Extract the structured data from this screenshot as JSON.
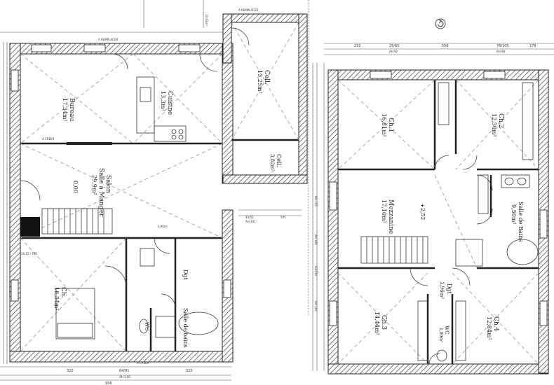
{
  "colors": {
    "wall": "#2a2a2a",
    "line": "#444444",
    "dash": "#777777"
  },
  "rotate_icon": "rotate-icon",
  "top_dim": "10,63m²",
  "ground": {
    "rooms": [
      {
        "id": "bureau",
        "name": "Bureau",
        "area": "17,34m²"
      },
      {
        "id": "cuisine",
        "name": "Cuisine",
        "area": "13,3m²"
      },
      {
        "id": "cellier",
        "name": "Cell.",
        "area": "13,25m²"
      },
      {
        "id": "cellier2",
        "name": "Cell.",
        "area": "3,82m²"
      },
      {
        "id": "salon",
        "name": "Salon",
        "sub": "Salle à Manger",
        "area": "29,9m²"
      },
      {
        "id": "chambre",
        "name": "Ch.",
        "area": "18,34m²"
      },
      {
        "id": "degagement",
        "name": "Dgt",
        "area": ""
      },
      {
        "id": "sdb",
        "name": "Salle de bains",
        "area": ""
      },
      {
        "id": "wc",
        "name": "WC",
        "area": ""
      }
    ],
    "level": "0,00",
    "notes": [
      "A REMPLACER",
      "A CREER",
      "20,15 / 195",
      "2,90m²"
    ],
    "dims_bottom": [
      "320",
      "64/91",
      "320",
      "AH 3,00"
    ],
    "dims_total": "996",
    "side_dims": [
      "44/52",
      "AH 142",
      "595"
    ]
  },
  "upper": {
    "rooms": [
      {
        "id": "ch1",
        "name": "Ch.1",
        "area": "16,81m²"
      },
      {
        "id": "ch2",
        "name": "Ch.2",
        "area": "12,30m²"
      },
      {
        "id": "mezzanine",
        "name": "Mezzanine",
        "area": "17,10m²"
      },
      {
        "id": "sdb2",
        "name": "Salle de Bains",
        "area": "9,50m²"
      },
      {
        "id": "dgt2",
        "name": "Dgt",
        "area": "1,96m²"
      },
      {
        "id": "ch3",
        "name": "Ch.3",
        "area": "14,44m²"
      },
      {
        "id": "ch4",
        "name": "Ch.4",
        "area": "12,84m²"
      },
      {
        "id": "wc2",
        "name": "WC",
        "area": "1,09m²"
      }
    ],
    "level": "+2,52",
    "dims_top": [
      "232",
      "25/65",
      "AH 92",
      "556",
      "76/105",
      "AH 98",
      "178"
    ],
    "dims_left": [
      "AH 155",
      "AH 185",
      "63/150",
      "AH 183"
    ]
  }
}
